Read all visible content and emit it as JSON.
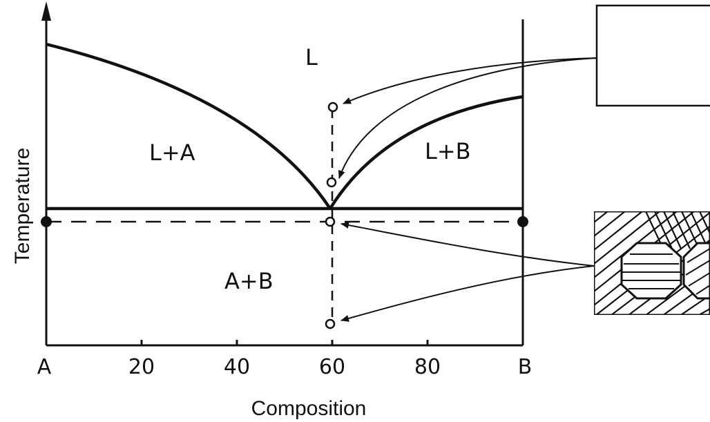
{
  "axes": {
    "y_label": "Temperature",
    "x_label": "Composition",
    "x_ticks": [
      "A",
      "20",
      "40",
      "60",
      "80",
      "B"
    ]
  },
  "regions": {
    "liquid": "L",
    "liquid_plus_a": "L+A",
    "liquid_plus_b": "L+B",
    "solid_a_plus_b": "A+B"
  },
  "colors": {
    "ink": "#111111",
    "background": "#ffffff"
  }
}
